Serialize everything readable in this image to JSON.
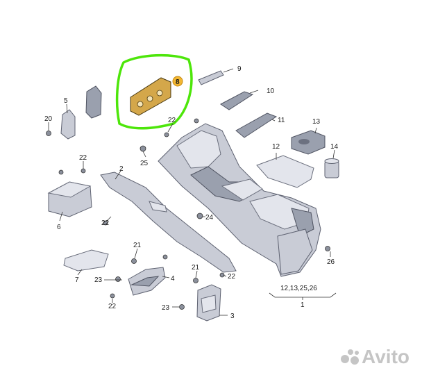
{
  "callouts": {
    "c1": "1",
    "c2": "2",
    "c3": "3",
    "c4": "4",
    "c5": "5",
    "c6": "6",
    "c7": "7",
    "c8": "8",
    "c9": "9",
    "c10": "10",
    "c11": "11",
    "c12": "12",
    "c13": "13",
    "c14": "14",
    "c20": "20",
    "c21a": "21",
    "c21b": "21",
    "c22a": "22",
    "c22b": "22",
    "c22c": "22",
    "c22d": "22",
    "c22e": "22",
    "c23a": "23",
    "c23b": "23",
    "c24": "24",
    "c25": "25",
    "c26": "26",
    "group1": "12,13,25,26"
  },
  "watermark": {
    "text": "Avito",
    "logo_icon": "avito-dots-icon"
  },
  "colors": {
    "highlight_ring": "#4de60a",
    "highlight_badge": "#f2b632",
    "highlight_part": "#d4a74a",
    "part_fill": "#c9ccd6"
  }
}
